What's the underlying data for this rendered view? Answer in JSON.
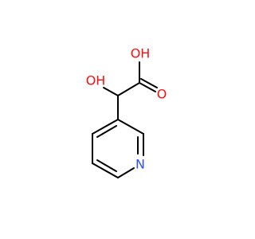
{
  "colors": {
    "bond": "#000000",
    "oxygen": "#ff0d0d",
    "nitrogen": "#3050f8"
  },
  "atoms": {
    "hydroxyl_acid": "OH",
    "carbonyl_oxygen": "O",
    "hydroxyl_alpha": "OH",
    "pyridine_nitrogen": "N"
  }
}
